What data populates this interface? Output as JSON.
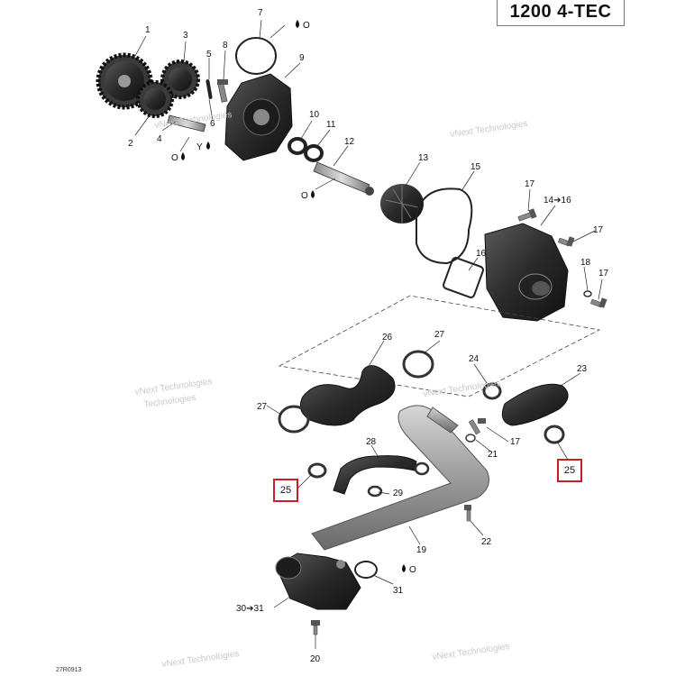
{
  "title": "1200 4-TEC",
  "reference_code": "27R0913",
  "watermark": {
    "line1": "vNext Technologies",
    "line2": "Technologies"
  },
  "callouts": {
    "c1": "1",
    "c2": "2",
    "c3": "3",
    "c4": "4",
    "c5": "5",
    "c6": "6",
    "c7": "7",
    "c8": "8",
    "c9": "9",
    "c10": "10",
    "c11": "11",
    "c12": "12",
    "c13": "13",
    "c14_16": "14➔16",
    "c15": "15",
    "c16": "16",
    "c17a": "17",
    "c17b": "17",
    "c17c": "17",
    "c17d": "17",
    "c18": "18",
    "c19": "19",
    "c20": "20",
    "c21": "21",
    "c22": "22",
    "c23": "23",
    "c24": "24",
    "c25a": "25",
    "c25b": "25",
    "c26": "26",
    "c27a": "27",
    "c27b": "27",
    "c28": "28",
    "c29": "29",
    "c30_31": "30➔31",
    "c31": "31",
    "o7": "O",
    "o6": "O",
    "y6": "Y",
    "o12": "O",
    "o31": "O"
  },
  "colors": {
    "part_dark": "#2b2b2b",
    "part_mid": "#555555",
    "pipe": "#9a9a9a",
    "highlight_box": "#c8202a"
  }
}
